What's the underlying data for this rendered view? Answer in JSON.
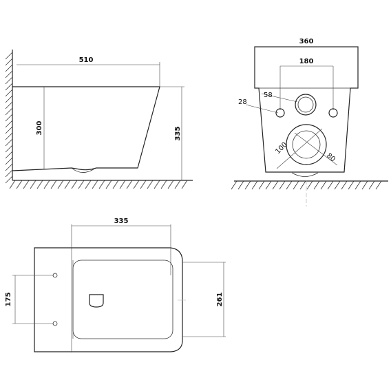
{
  "side_view": {
    "length_label": "510",
    "height_label": "300",
    "overall_height_label": "335"
  },
  "rear_view": {
    "width_label": "360",
    "bolt_spacing_label": "180",
    "inlet_diameter_label": "58",
    "bolt_diameter_label": "28",
    "outlet_outer_label": "100",
    "outlet_inner_label": "80"
  },
  "top_view": {
    "depth_label": "335",
    "bolt_spacing_label": "175",
    "seat_width_label": "261"
  }
}
